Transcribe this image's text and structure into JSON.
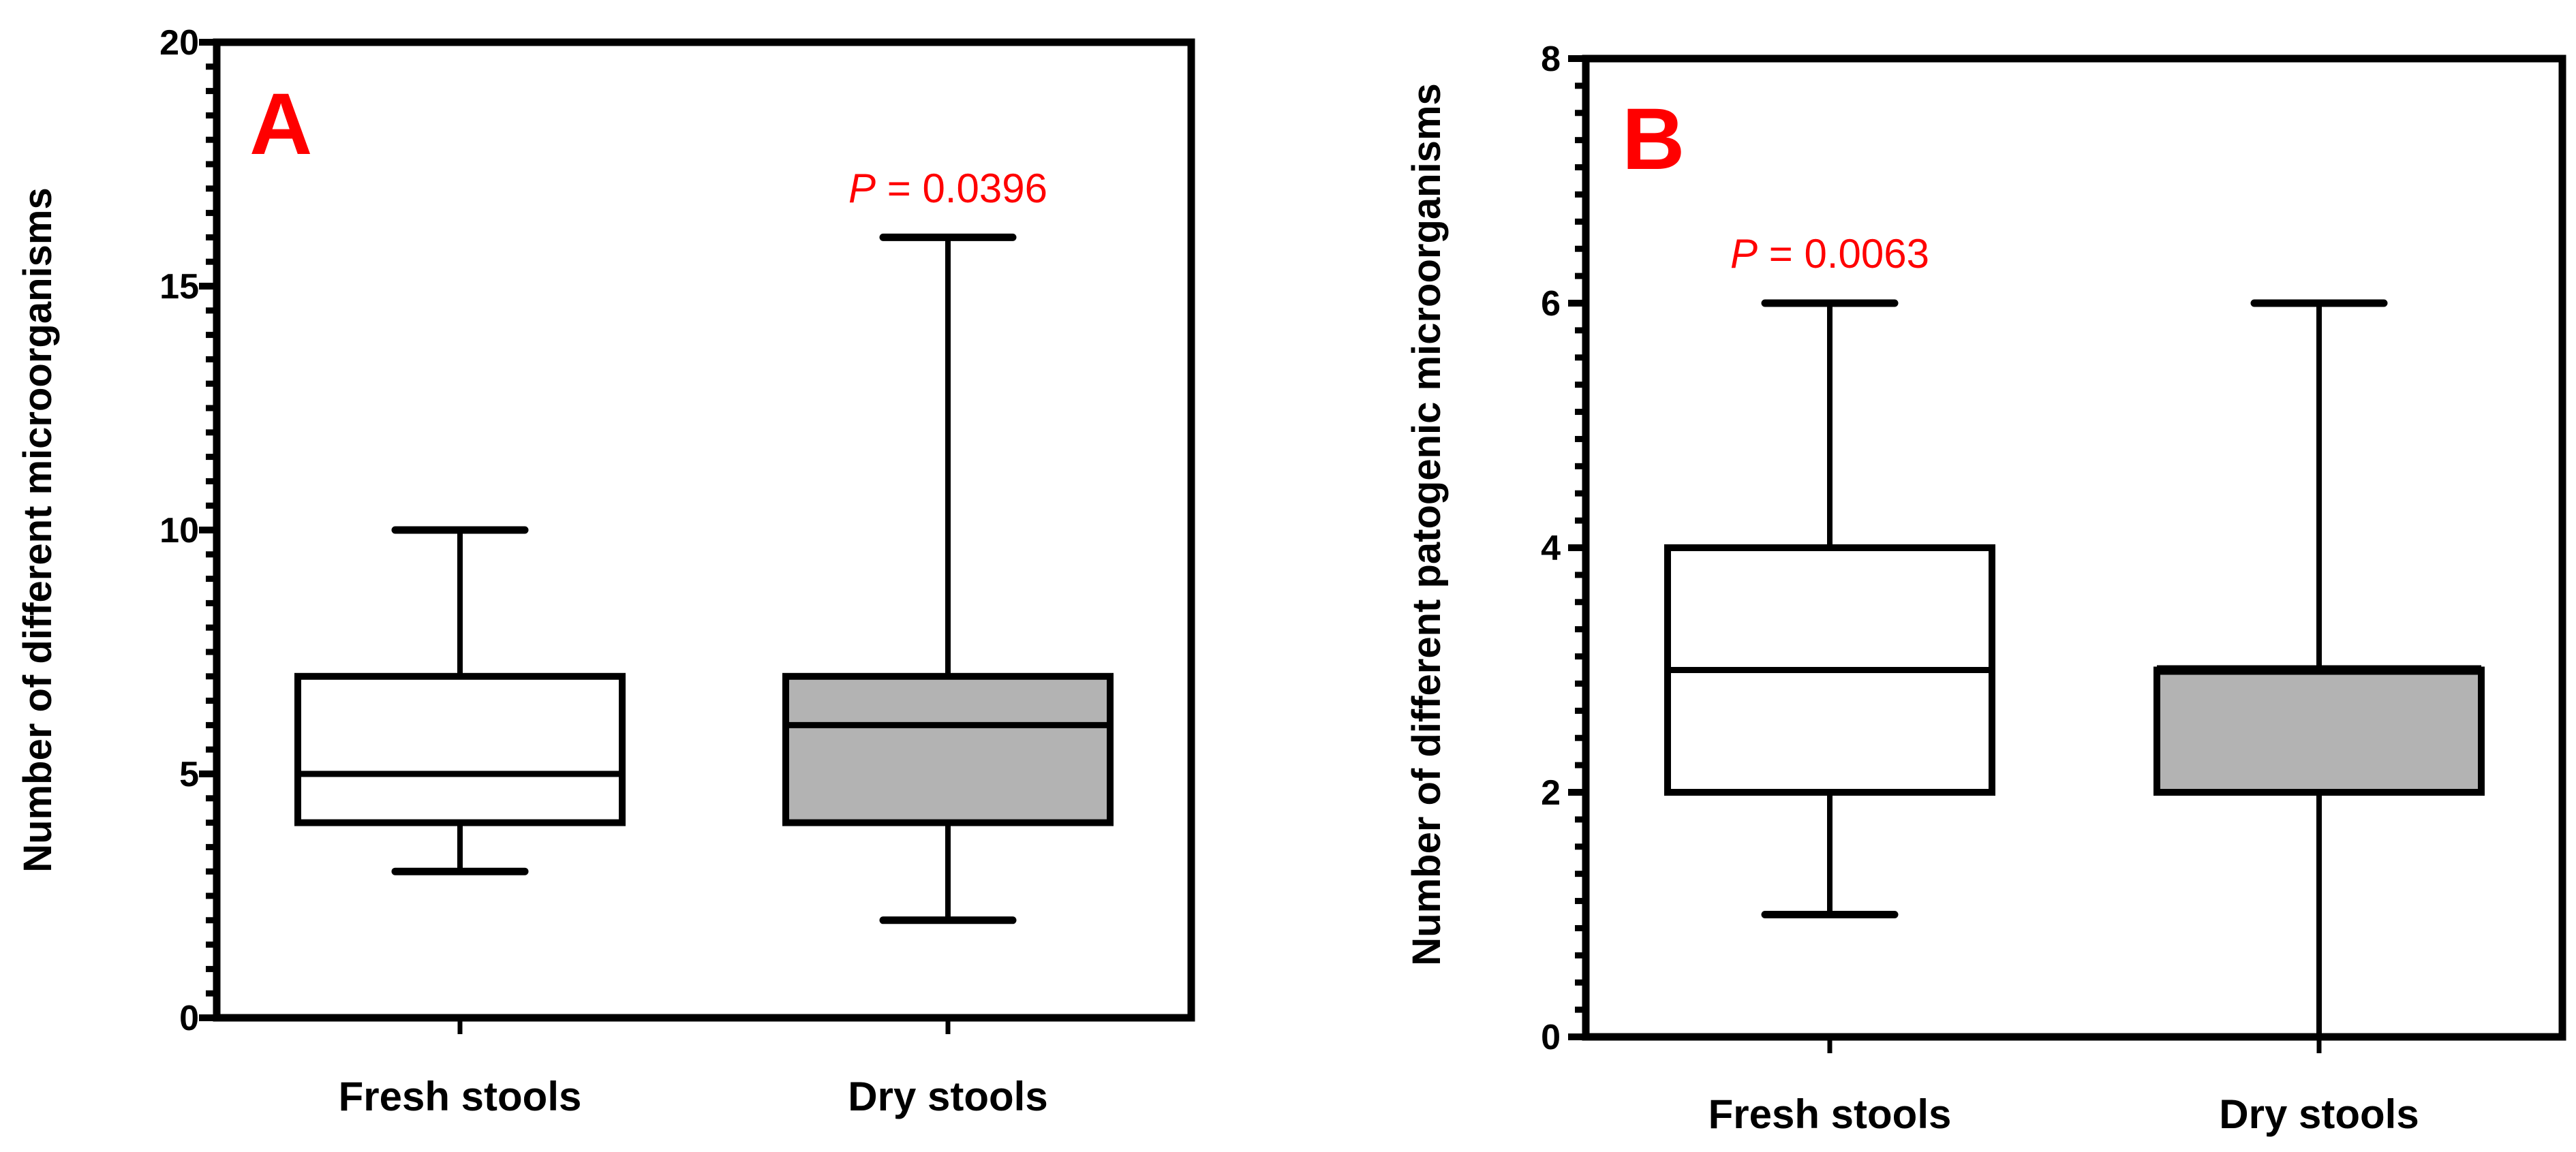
{
  "figure": {
    "colors": {
      "annotation": "#ff0000",
      "line": "#000000",
      "fresh_fill": "#ffffff",
      "dry_fill": "#b3b3b3",
      "background": "#ffffff"
    }
  },
  "panels": [
    {
      "letter": "A",
      "ylabel": "Number of different microorganisms",
      "categories": [
        "Fresh stools",
        "Dry stools"
      ],
      "yticks": [
        "0",
        "5",
        "10",
        "15",
        "20"
      ],
      "pvalue": {
        "p": "P",
        "rest": " = 0.0396",
        "over_category": "Dry stools"
      }
    },
    {
      "letter": "B",
      "ylabel": "Number of different patogenic microorganisms",
      "categories": [
        "Fresh stools",
        "Dry stools"
      ],
      "yticks": [
        "0",
        "2",
        "4",
        "6",
        "8"
      ],
      "pvalue": {
        "p": "P",
        "rest": " = 0.0063",
        "over_category": "Fresh stools"
      }
    }
  ],
  "chart_data": [
    {
      "type": "box",
      "title": "A",
      "xlabel": "",
      "ylabel": "Number of different microorganisms",
      "categories": [
        "Fresh stools",
        "Dry stools"
      ],
      "ylim": [
        0,
        20
      ],
      "major_ticks": [
        0,
        5,
        10,
        15,
        20
      ],
      "minor_tick_step": 0.5,
      "grid": false,
      "legend": null,
      "series": [
        {
          "name": "Fresh stools",
          "fill": "#ffffff",
          "min": 3,
          "q1": 4,
          "median": 5,
          "q3": 7,
          "max": 10
        },
        {
          "name": "Dry stools",
          "fill": "#b3b3b3",
          "min": 2,
          "q1": 4,
          "median": 6,
          "q3": 7,
          "max": 16
        }
      ],
      "annotations": [
        {
          "text": "P = 0.0396",
          "above": "Dry stools",
          "color": "#ff0000"
        }
      ]
    },
    {
      "type": "box",
      "title": "B",
      "xlabel": "",
      "ylabel": "Number of different patogenic microorganisms",
      "categories": [
        "Fresh stools",
        "Dry stools"
      ],
      "ylim": [
        0,
        8
      ],
      "major_ticks": [
        0,
        2,
        4,
        6,
        8
      ],
      "minor_tick_step": 0.2222,
      "grid": false,
      "legend": null,
      "series": [
        {
          "name": "Fresh stools",
          "fill": "#ffffff",
          "min": 1,
          "q1": 2,
          "median": 3,
          "q3": 4,
          "max": 6
        },
        {
          "name": "Dry stools",
          "fill": "#b3b3b3",
          "min": 0,
          "q1": 2,
          "median": 3,
          "q3": 3,
          "max": 6
        }
      ],
      "annotations": [
        {
          "text": "P = 0.0063",
          "above": "Fresh stools",
          "color": "#ff0000"
        }
      ]
    }
  ]
}
